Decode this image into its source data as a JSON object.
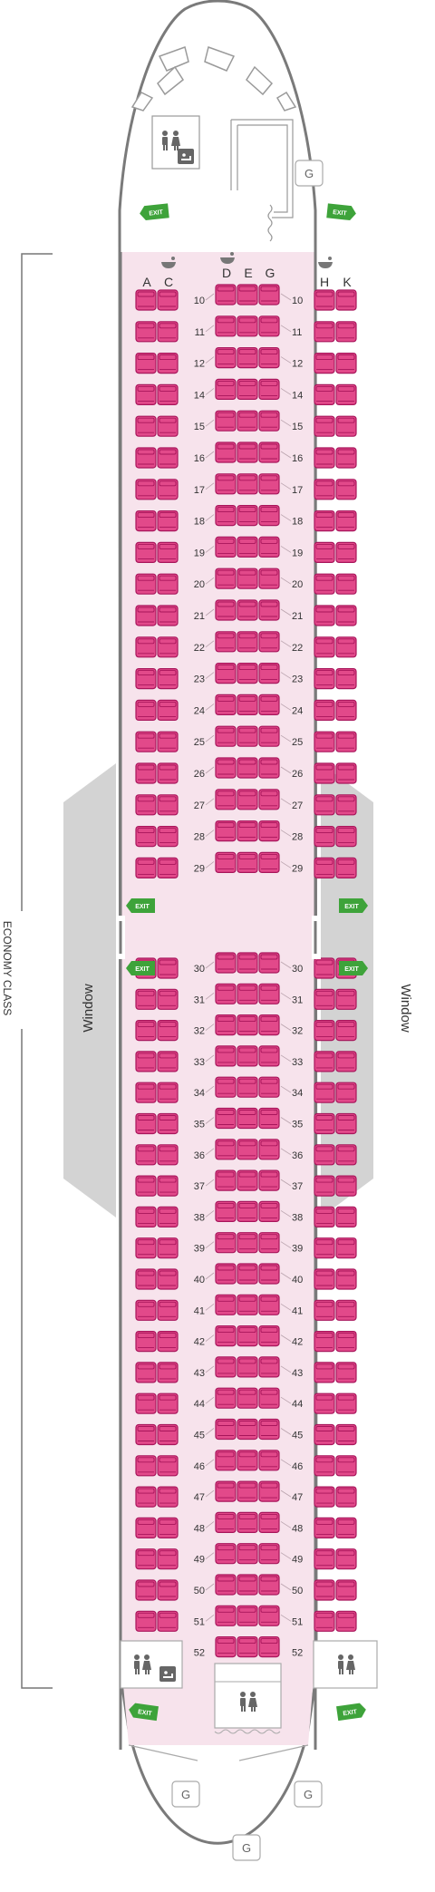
{
  "cabin": {
    "class_name": "ECONOMY CLASS",
    "window_label_left": "Window",
    "window_label_right": "Window",
    "exit_label": "EXIT",
    "galley_label": "G"
  },
  "column_letters": [
    "A",
    "C",
    "D",
    "E",
    "G",
    "H",
    "K"
  ],
  "rows": [
    "10",
    "11",
    "12",
    "14",
    "15",
    "16",
    "17",
    "18",
    "19",
    "20",
    "21",
    "22",
    "23",
    "24",
    "25",
    "26",
    "27",
    "28",
    "29",
    "30",
    "31",
    "32",
    "33",
    "34",
    "35",
    "36",
    "37",
    "38",
    "39",
    "40",
    "41",
    "42",
    "43",
    "44",
    "45",
    "46",
    "47",
    "48",
    "49",
    "50",
    "51",
    "52"
  ],
  "row_52_seats": {
    "left": false,
    "center": true,
    "right": false
  },
  "colors": {
    "seat_fill": "#e2498a",
    "seat_stroke": "#a8155b",
    "cabin_fill": "#f7e3ec",
    "fuselage": "#7a7a7a",
    "wing": "#d3d3d3",
    "exit_green": "#3ea33a"
  },
  "icons": [
    "toilet-icon",
    "baby-changing-icon",
    "bassinet-icon",
    "exit-sign-icon",
    "galley-icon"
  ]
}
